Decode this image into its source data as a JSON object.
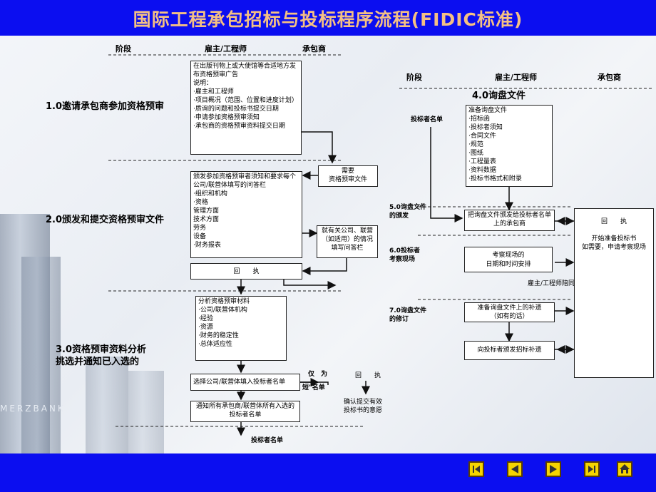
{
  "title": "国际工程承包招标与投标程序流程(FIDIC标准)",
  "watermark": "MERZBANK",
  "colors": {
    "bar": "#0b0ef0",
    "title": "#f4c084",
    "nav_button": "#f5d400"
  },
  "left_header": {
    "stage": "阶段",
    "owner": "雇主/工程师",
    "contractor": "承包商"
  },
  "right_header": {
    "stage": "阶段",
    "owner": "雇主/工程师",
    "contractor": "承包商"
  },
  "phases": {
    "p1": "1.0邀请承包商参加资格预审",
    "p2": "2.0颁发和提交资格预审文件",
    "p3": "3.0资格预审资料分析\n挑选并通知已入选的"
  },
  "boxes": {
    "ad": "在出版刊物上或大使馆等合适地方发布资格预审广告\n说明：\n·雇主和工程师\n·项目概况（范围、位置和进度计划）\n·质询的问题和投标书提交日期\n·申请参加资格预审须知\n·承包商的资格预审资料提交日期",
    "need": "需要\n资格预审文件",
    "issue": "颁发参加资格预审者须知和要求每个公司/联营体填写的问答栏\n·组织和机构\n·资格\n        管理方面\n        技术方面\n        劳务\n        设备\n·财务报表",
    "fill": "就有关公司、联营（如适用）的情况填写问答栏",
    "receipt1": "回　　执",
    "analyze": "分析资格预审材料\n·公司/联营体机构\n·经验\n·资源\n·财务的稳定性\n·总体适应性",
    "select": "选择公司/联营体填入投标者名单",
    "notify": "通知所有承包商/联营体所有入选的投标者名单",
    "prep": "准备询盘文件\n·招标函\n·投标者须知\n·合同文件\n·规范\n·图纸\n·工程量表\n·资料数据\n·投标书格式和附录",
    "send": "把询盘文件颁发给投标者名单上的承包商",
    "site": "考察现场的\n日期和时间安排",
    "supp": "准备询盘文件上的补遗\n（如有的话）",
    "issue_supp": "向投标者颁发招标补遗",
    "receipt2": "回　　执\n\n开始准备投标书\n如需要，申请考察现场"
  },
  "labels": {
    "short_list_a": "仅　为",
    "short_list_b": "短\"名单",
    "receipt_mid": "回　　执",
    "confirm": "确认提交有效\n投标书的意愿",
    "bidder_list_bottom": "投标者名单",
    "bidder_list_right": "投标者名单",
    "section4": "4.0询盘文件",
    "s5": "5.0询盘文件\n的颁发",
    "s6": "6.0投标者\n考察现场",
    "s7": "7.0询盘文件\n的修订",
    "accompany": "雇主/工程师陪同投标者检查现场"
  },
  "nav": {
    "icons": [
      "first-icon",
      "prev-icon",
      "next-icon",
      "last-icon",
      "home-icon"
    ]
  }
}
